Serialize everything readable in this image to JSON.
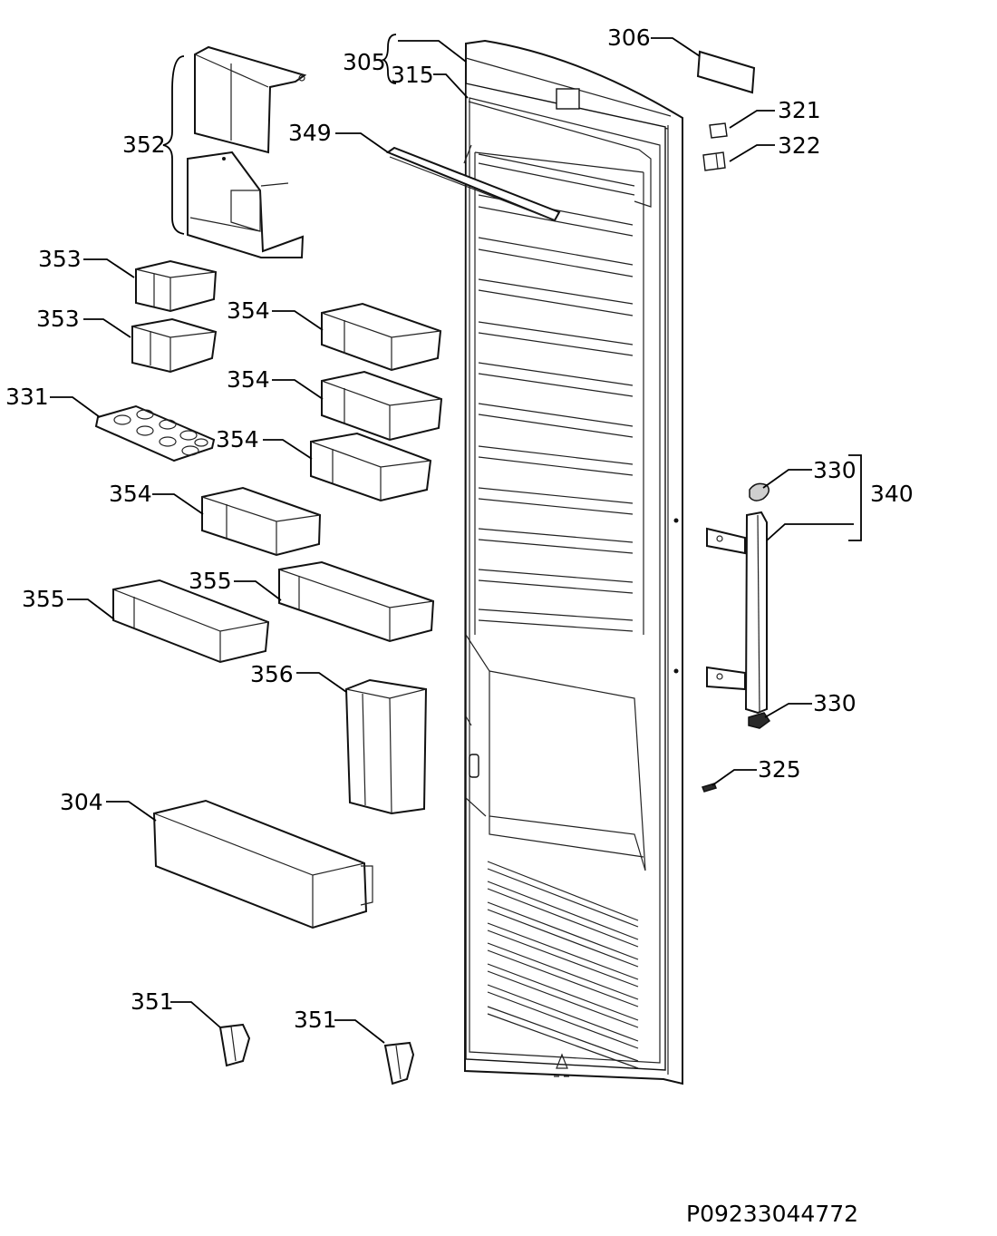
{
  "diagram": {
    "labels": {
      "l306": "306",
      "l305": "305",
      "l315": "315",
      "l321": "321",
      "l322": "322",
      "l352": "352",
      "l349": "349",
      "l353a": "353",
      "l353b": "353",
      "l354a": "354",
      "l354b": "354",
      "l354c": "354",
      "l354d": "354",
      "l331": "331",
      "l330a": "330",
      "l340": "340",
      "l330b": "330",
      "l355a": "355",
      "l355b": "355",
      "l356": "356",
      "l325": "325",
      "l304": "304",
      "l351a": "351",
      "l351b": "351"
    },
    "part_number": "P09233044772"
  }
}
